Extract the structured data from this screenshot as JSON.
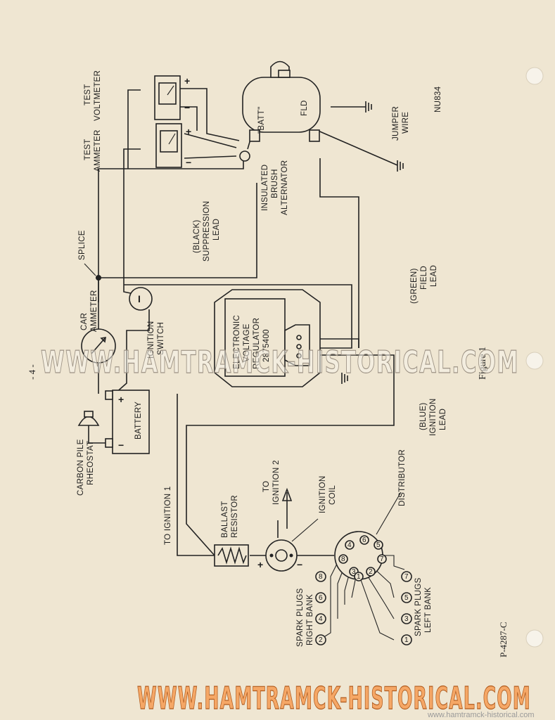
{
  "page_number": "- 4 -",
  "figure_caption": "Figure 1",
  "doc_code": "P-4287-C",
  "drawing_code": "NU834",
  "watermark_text": "WWW.HAMTRAMCK-HISTORICAL.COM",
  "watermark_small": "www.hamtramck-historical.com",
  "labels": {
    "test_voltmeter": [
      "TEST",
      "VOLTMETER"
    ],
    "test_ammeter": [
      "TEST",
      "AMMETER"
    ],
    "batt": "\"BATT\"",
    "fld": "FLD",
    "jumper_wire": [
      "JUMPER",
      "WIRE"
    ],
    "alternator": [
      "INSULATED",
      "BRUSH",
      "ALTERNATOR"
    ],
    "suppression_lead": [
      "(BLACK)",
      "SUPPRESSION",
      "LEAD"
    ],
    "field_lead": [
      "(GREEN)",
      "FIELD",
      "LEAD"
    ],
    "splice": "SPLICE",
    "car_ammeter": [
      "CAR",
      "AMMETER"
    ],
    "ignition_switch": [
      "IGNITION",
      "SWITCH"
    ],
    "regulator": [
      "ELECTRONIC",
      "VOLTAGE",
      "REGULATOR",
      "2875400"
    ],
    "battery": "BATTERY",
    "carbon_pile": [
      "CARBON PILE",
      "RHEOSTAT"
    ],
    "ignition_lead": [
      "(BLUE)",
      "IGNITION",
      "LEAD"
    ],
    "to_ignition_1": "TO IGNITION 1",
    "to_ignition_2": [
      "TO",
      "IGNITION 2"
    ],
    "ballast_resistor": [
      "BALLAST",
      "RESISTOR"
    ],
    "ignition_coil": [
      "IGNITION",
      "COIL"
    ],
    "distributor": "DISTRIBUTOR",
    "spark_plugs_right": [
      "SPARK PLUGS",
      "RIGHT BANK"
    ],
    "spark_plugs_left": [
      "SPARK PLUGS",
      "LEFT BANK"
    ]
  },
  "signs": {
    "plus": "+",
    "minus": "−",
    "ammeter_marker": "I"
  },
  "distributor_pins": [
    "1",
    "8",
    "4",
    "3",
    "6",
    "5",
    "7",
    "2"
  ],
  "right_bank_plugs": [
    "8",
    "6",
    "4",
    "2"
  ],
  "left_bank_plugs": [
    "7",
    "5",
    "3",
    "1"
  ]
}
